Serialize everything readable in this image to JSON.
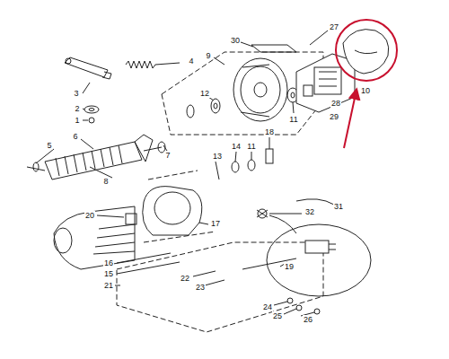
{
  "diagram": {
    "labels": [
      "27",
      "30",
      "4",
      "9",
      "3",
      "12",
      "2",
      "1",
      "11",
      "29",
      "28",
      "10",
      "6",
      "5",
      "7",
      "14",
      "11",
      "18",
      "13",
      "8",
      "31",
      "32",
      "20",
      "17",
      "16",
      "15",
      "21",
      "19",
      "22",
      "23",
      "24",
      "25",
      "26"
    ]
  }
}
